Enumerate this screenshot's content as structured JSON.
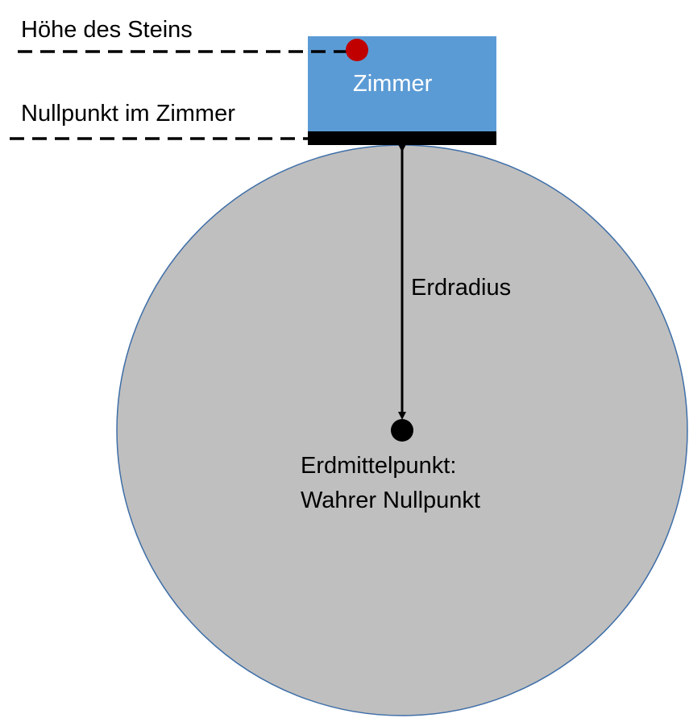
{
  "labels": {
    "stone_height": "Höhe des Steins",
    "room_zero": "Nullpunkt im Zimmer",
    "room": "Zimmer",
    "earth_radius": "Erdradius",
    "earth_center_line1": "Erdmittelpunkt:",
    "earth_center_line2": "Wahrer Nullpunkt"
  },
  "colors": {
    "earth_fill": "#bfbfbf",
    "earth_stroke": "#3f6fa8",
    "room_fill": "#5b9bd5",
    "floor": "#000000",
    "stone": "#c00000",
    "center_point": "#000000",
    "line": "#000000",
    "room_label": "#ffffff"
  }
}
